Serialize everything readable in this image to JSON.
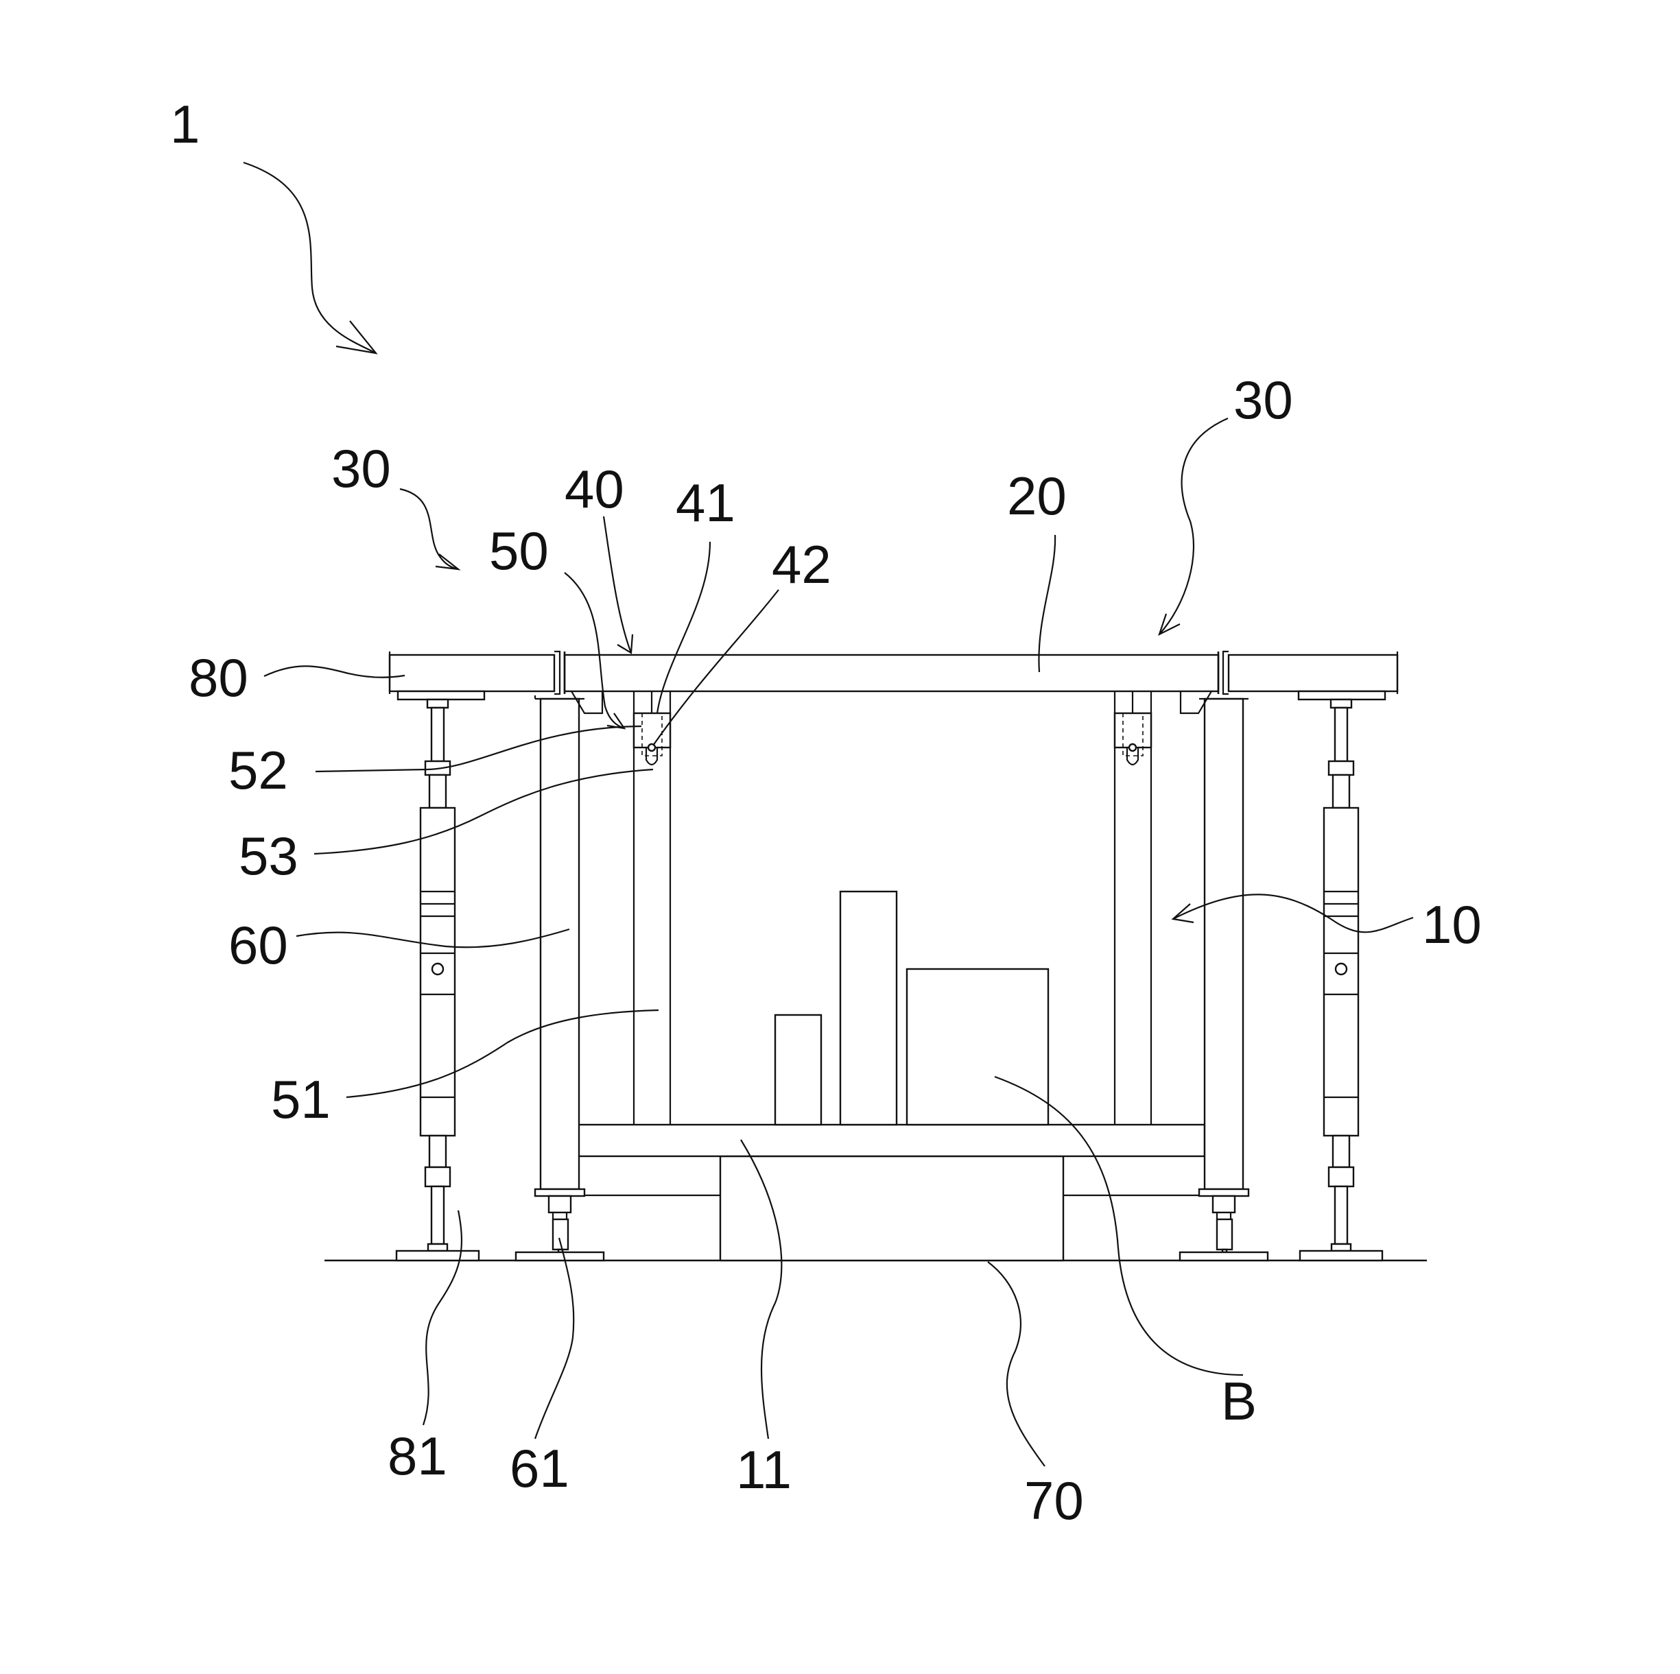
{
  "figure": {
    "labels": {
      "assembly": "1",
      "support_unit_left": "30",
      "support_unit_right": "30",
      "upper_beam": "20",
      "hanger": "40",
      "hanger_plate": "41",
      "hanger_pin": "42",
      "suspension": "50",
      "suspension_rod": "51",
      "suspension_upper": "52",
      "suspension_lower": "53",
      "slab_beam": "80",
      "adjuster_outer": "81",
      "column": "60",
      "column_base": "61",
      "frame": "10",
      "base_beam": "11",
      "foundation": "70",
      "load": "B"
    },
    "colors": {
      "stroke": "#111111",
      "background": "#ffffff"
    }
  }
}
